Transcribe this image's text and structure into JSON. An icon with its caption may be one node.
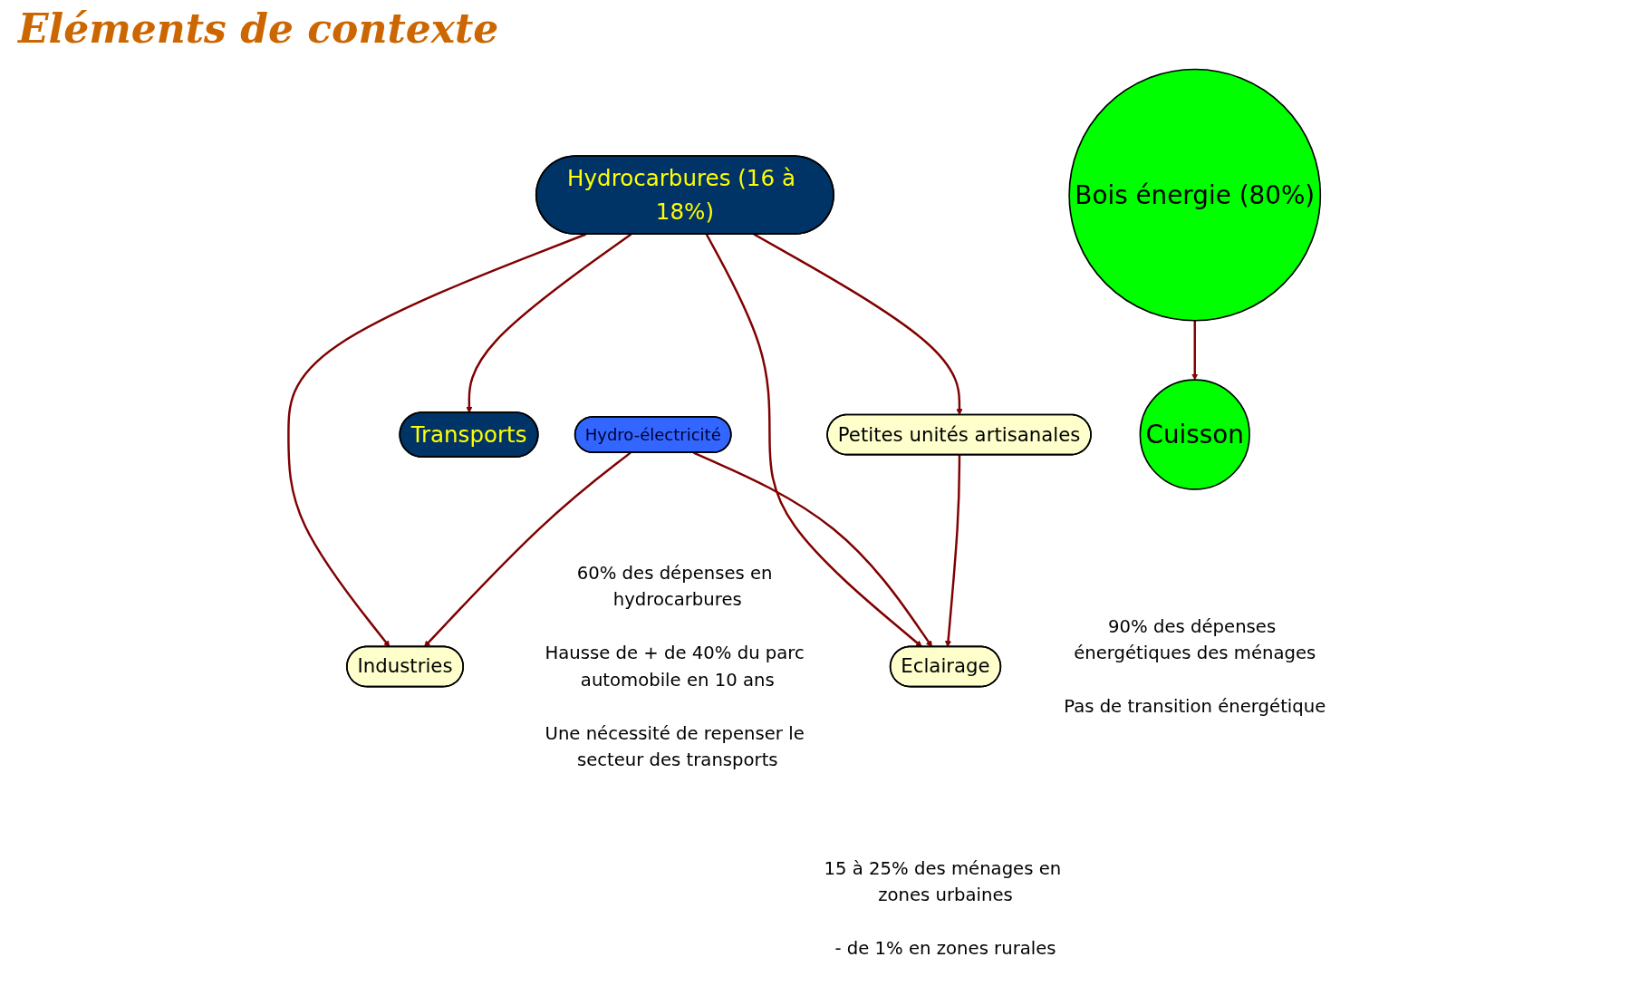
{
  "diagram": {
    "title": "Eléments de contexte",
    "nodes": [
      {
        "text": [
          "Hydrocarbures (16 à 18%)"
        ]
      },
      {
        "text": [
          "Hydro-électricité"
        ]
      },
      {
        "text": [
          "Bois énergie (80%)"
        ]
      },
      {
        "text": [
          "Industries"
        ]
      },
      {
        "text": [
          "Transports"
        ],
        "beside": [
          "60% des dépenses en hydrocarbures",
          "Hausse de + de 40% du parc automobile en 10 ans",
          "Une nécessité de repenser le secteur des transports"
        ]
      },
      {
        "text": [
          "Petites unités artisanales"
        ]
      },
      {
        "text": [
          "Eclairage"
        ],
        "beside": [
          "15 à 25% des ménages en zones urbaines",
          "- de 1% en zones rurales"
        ]
      },
      {
        "text": [
          "Cuisson"
        ],
        "beside": [
          "90% des dépenses énergétiques des ménages",
          "Pas de transition énergétique"
        ]
      }
    ],
    "edges": [
      {
        "from": 0,
        "to": 4,
        "arrow": "to",
        "color": "#800000"
      },
      {
        "from": 0,
        "to": 3,
        "arrow": "to",
        "color": "#800000"
      },
      {
        "from": 0,
        "to": 5,
        "arrow": "to",
        "color": "#800000"
      },
      {
        "from": 0,
        "to": 6,
        "arrow": "to",
        "color": "#800000"
      },
      {
        "from": 1,
        "to": 3,
        "arrow": "to",
        "color": "#800000"
      },
      {
        "from": 1,
        "to": 6,
        "arrow": "to",
        "color": "#800000"
      },
      {
        "from": 2,
        "to": 7,
        "arrow": "to",
        "color": "#800000"
      },
      {
        "from": 5,
        "to": 6,
        "arrow": "to",
        "color": "#800000"
      }
    ]
  }
}
